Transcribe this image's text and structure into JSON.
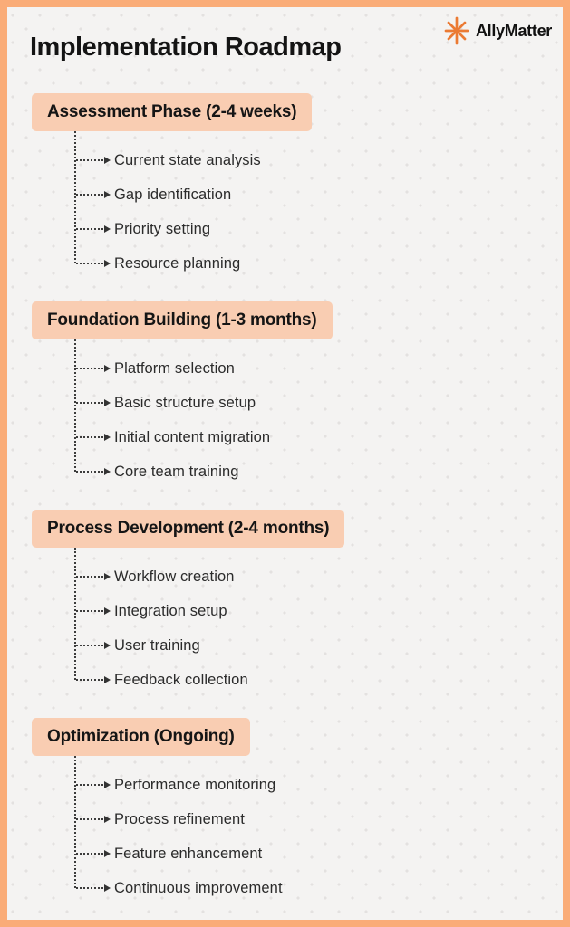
{
  "page": {
    "title": "Implementation Roadmap"
  },
  "logo": {
    "brand": "AllyMatter"
  },
  "colors": {
    "frame": "#FAAC78",
    "panel_bg": "#F4F3F2",
    "dot_grid": "#E3E1E0",
    "band_bg": "#F9CDB2",
    "logo_accent": "#EB7A33",
    "text": "#141414",
    "connector": "#3C3C3C"
  },
  "phases": [
    {
      "label": "Assessment Phase (2-4 weeks)",
      "items": [
        "Current state analysis",
        "Gap identification",
        "Priority setting",
        "Resource planning"
      ]
    },
    {
      "label": "Foundation Building (1-3 months)",
      "items": [
        "Platform selection",
        "Basic structure setup",
        "Initial content migration",
        "Core team training"
      ]
    },
    {
      "label": "Process Development (2-4 months)",
      "items": [
        "Workflow creation",
        "Integration setup",
        "User training",
        "Feedback collection"
      ]
    },
    {
      "label": "Optimization (Ongoing)",
      "items": [
        "Performance monitoring",
        "Process refinement",
        "Feature enhancement",
        "Continuous improvement"
      ]
    }
  ]
}
